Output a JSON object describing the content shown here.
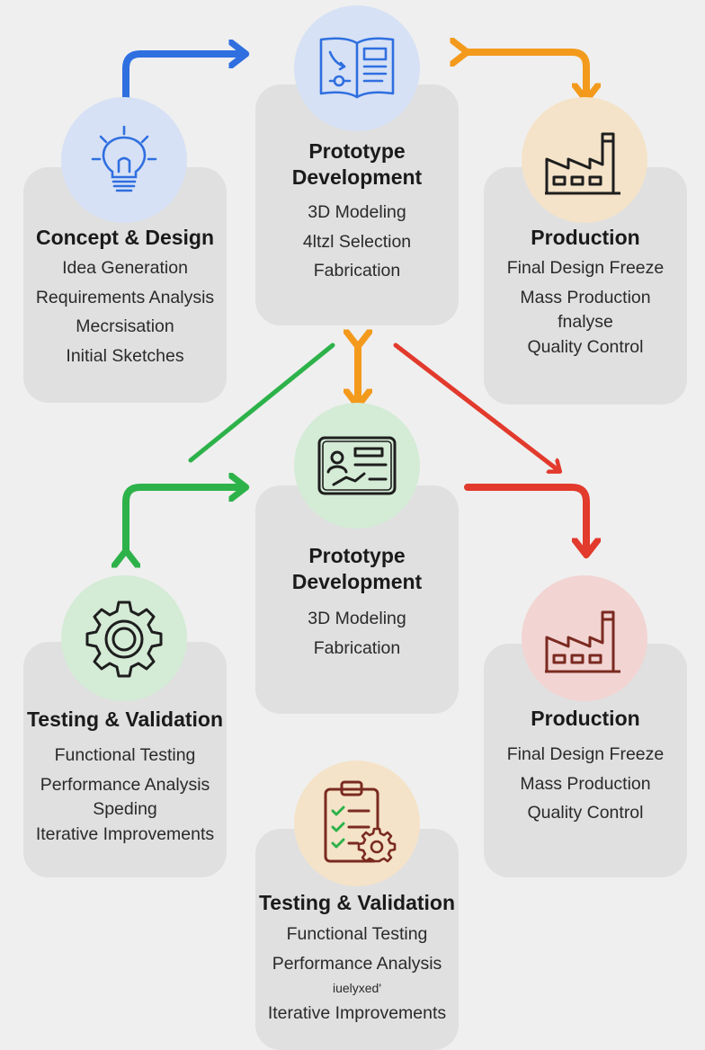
{
  "colors": {
    "blue": "#2f6fe0",
    "orange": "#f39a1c",
    "green": "#2db24a",
    "red": "#e23a2c",
    "card": "#e0e0e0",
    "background": "#efefef"
  },
  "nodes": [
    {
      "id": "concept-design",
      "icon": "lightbulb-icon",
      "accent": "blue",
      "title": "Concept & Design",
      "items": [
        "Idea Generation",
        "Requirements Analysis",
        "Mecrsisation",
        "Initial Sketches"
      ]
    },
    {
      "id": "prototype-top",
      "icon": "blueprint-book-icon",
      "accent": "blue",
      "title_lines": [
        "Prototype",
        "Development"
      ],
      "items": [
        "3D Modeling",
        "4ltzl Selection",
        "Fabrication"
      ]
    },
    {
      "id": "production-top",
      "icon": "factory-icon",
      "accent": "orange",
      "title": "Production",
      "items": [
        "Final Design Freeze",
        "Mass Production",
        "fnalyse",
        "Quality Control"
      ]
    },
    {
      "id": "prototype-middle",
      "icon": "id-card-icon",
      "accent": "green",
      "title_lines": [
        "Prototype",
        "Development"
      ],
      "items": [
        "3D Modeling",
        "Fabrication"
      ]
    },
    {
      "id": "testing-left",
      "icon": "gear-icon",
      "accent": "green",
      "title": "Testing & Validation",
      "items": [
        "Functional Testing",
        "Performance Analysis",
        "Speding",
        "Iterative Improvements"
      ]
    },
    {
      "id": "production-right",
      "icon": "factory-icon",
      "accent": "red",
      "title": "Production",
      "items": [
        "Final Design Freeze",
        "Mass Production",
        "Quality Control"
      ]
    },
    {
      "id": "testing-bottom",
      "icon": "checklist-gear-icon",
      "accent": "orange",
      "title": "Testing & Validation",
      "items": [
        "Functional Testing",
        "Performance Analysis",
        "iuelyxed'",
        "Iterative Improvements"
      ]
    }
  ],
  "connectors": [
    {
      "from": "concept-design",
      "to": "prototype-top",
      "color": "blue",
      "style": "bidirectional-elbow"
    },
    {
      "from": "prototype-top",
      "to": "production-top",
      "color": "orange",
      "style": "bidirectional-elbow"
    },
    {
      "from": "prototype-top",
      "to": "prototype-middle",
      "color": "orange",
      "style": "bidirectional-vertical"
    },
    {
      "from": "prototype-top",
      "to": "testing-left",
      "color": "green",
      "style": "diagonal-line"
    },
    {
      "from": "testing-left",
      "to": "prototype-middle",
      "color": "green",
      "style": "bidirectional-elbow"
    },
    {
      "from": "prototype-top",
      "to": "production-right",
      "color": "red",
      "style": "diagonal-arrow"
    },
    {
      "from": "prototype-middle",
      "to": "production-right",
      "color": "red",
      "style": "elbow-arrow"
    }
  ]
}
